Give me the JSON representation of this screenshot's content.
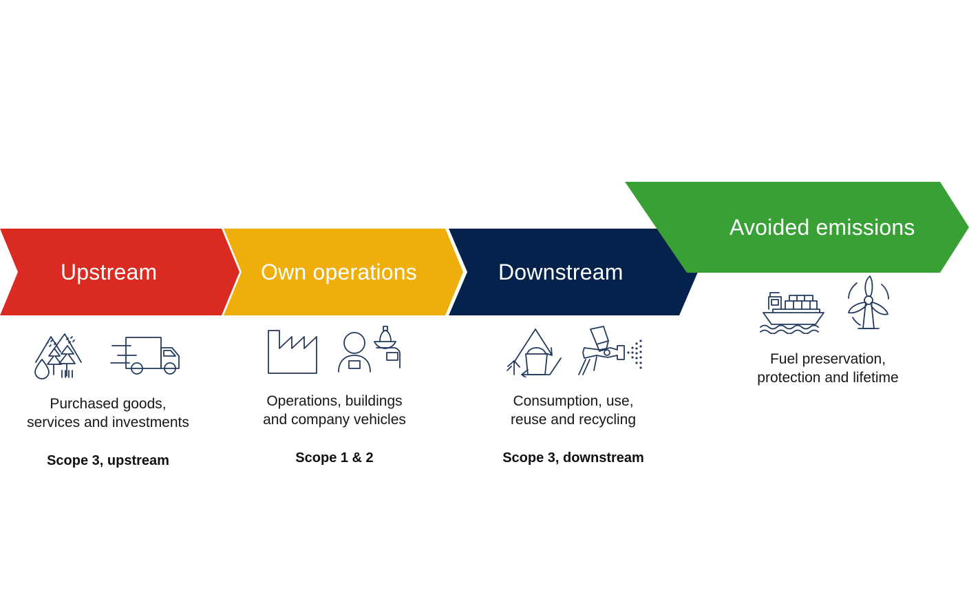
{
  "title": "Value chain emissions scopes",
  "colors": {
    "upstream_red": "#d92b21",
    "own_operations_yellow": "#f0ae0a",
    "downstream_navy": "#04224c",
    "avoided_green": "#38a035",
    "icon_stroke": "#23395e",
    "text_dark": "#14161a",
    "arrow_label_text": "#ffffff",
    "background": "#ffffff"
  },
  "arrows": [
    {
      "id": "upstream",
      "label": "Upstream",
      "color": "#d92b21"
    },
    {
      "id": "own-operations",
      "label": "Own operations",
      "color": "#f0ae0a"
    },
    {
      "id": "downstream",
      "label": "Downstream",
      "color": "#04224c"
    },
    {
      "id": "avoided",
      "label": "Avoided emissions",
      "color": "#38a035"
    }
  ],
  "columns": [
    {
      "id": "upstream",
      "icons": [
        "mountains-trees-water-icon",
        "delivery-truck-icon"
      ],
      "caption": "Purchased goods,\nservices and investments",
      "scope": "Scope 3, upstream"
    },
    {
      "id": "own-operations",
      "icons": [
        "factory-icon",
        "workers-hardhat-icon"
      ],
      "caption": "Operations, buildings\nand company vehicles",
      "scope": "Scope 1 & 2"
    },
    {
      "id": "downstream",
      "icons": [
        "recycling-bucket-icon",
        "spray-gun-icon"
      ],
      "caption": "Consumption, use,\nreuse and recycling",
      "scope": "Scope 3, downstream"
    },
    {
      "id": "avoided",
      "icons": [
        "container-ship-icon",
        "wind-turbine-icon"
      ],
      "caption": "Fuel preservation,\nprotection and lifetime",
      "scope": ""
    }
  ]
}
